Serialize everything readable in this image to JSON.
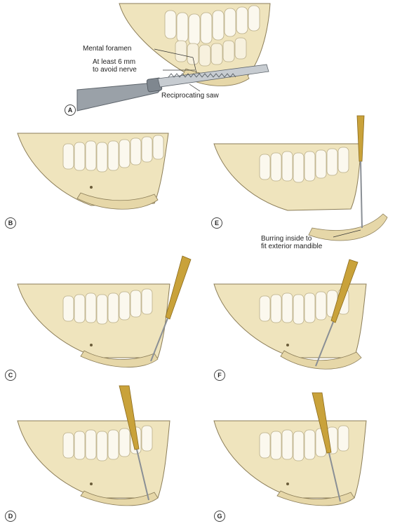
{
  "panels": {
    "A": {
      "label": "A",
      "annotations": {
        "mental_foramen": "Mental foramen",
        "clearance_line1": "At least 6 mm",
        "clearance_line2": "to avoid nerve",
        "saw": "Reciprocating saw"
      }
    },
    "B": {
      "label": "B"
    },
    "C": {
      "label": "C"
    },
    "D": {
      "label": "D"
    },
    "E": {
      "label": "E",
      "annotations": {
        "burring_line1": "Burring inside to",
        "burring_line2": "fit exterior mandible"
      }
    },
    "F": {
      "label": "F"
    },
    "G": {
      "label": "G"
    }
  },
  "colors": {
    "bone": "#efe4bd",
    "bone_shadow": "#cdbd8e",
    "tooth": "#fbf8ee",
    "gold": "#c9a23a",
    "gold_dark": "#8a6a1c",
    "steel": "#9aa1a8",
    "outline": "#8b7d58"
  }
}
